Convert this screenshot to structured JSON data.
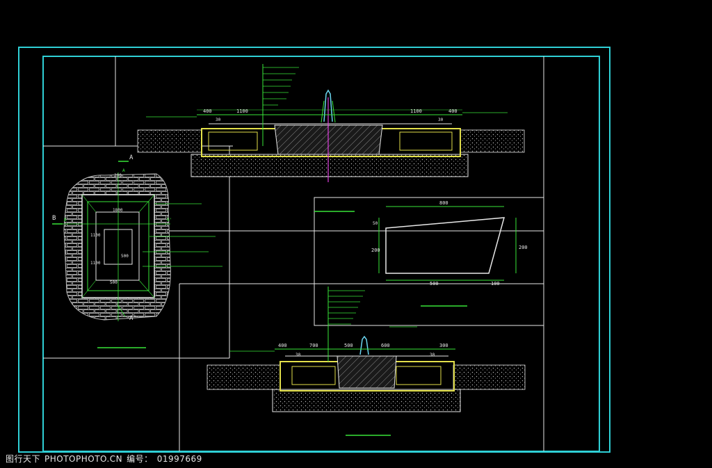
{
  "section_aa": {
    "cut_letter": "A",
    "dims_top": [
      "400",
      "1100",
      "1100",
      "400"
    ],
    "dims_side": [
      "30",
      "30"
    ]
  },
  "section_bb": {
    "cut_letter": "B",
    "dims_top": [
      "400",
      "700",
      "500",
      "600",
      "300"
    ],
    "dims_side": [
      "30",
      "30"
    ]
  },
  "plan": {
    "dims_top": [
      "200",
      "1800"
    ],
    "dims_side": [
      "1100",
      "1100",
      "500",
      "500"
    ],
    "cut_labels": [
      "A",
      "A'",
      "B",
      "B'"
    ]
  },
  "stone_detail": {
    "dims": [
      "800",
      "500",
      "100",
      "200",
      "200",
      "50"
    ]
  },
  "watermark": {
    "site": "图行天下",
    "url": "PHOTOPHOTO.CN",
    "code_label": "编号：",
    "code": "01997669"
  },
  "colors": {
    "frame": "#2fd0d6",
    "lines": "#e8e8e8",
    "dims": "#39e639",
    "yellow": "#e3e04a",
    "magenta": "#e040e0",
    "cyan_fountain": "#6ad6f0"
  }
}
